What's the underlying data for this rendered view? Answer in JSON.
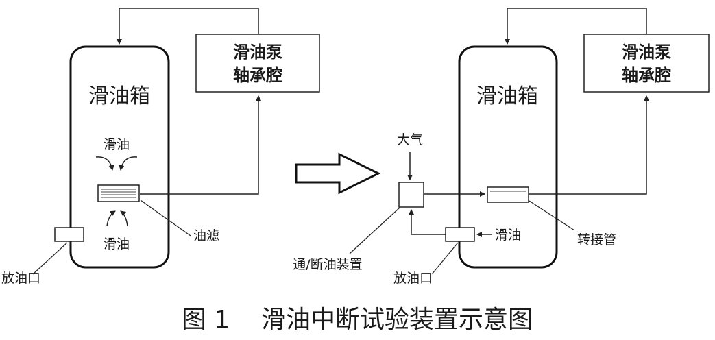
{
  "left": {
    "tank_label": "滑油箱",
    "pump_line1": "滑油泵",
    "pump_line2": "轴承腔",
    "oil_top": "滑油",
    "oil_bottom": "滑油",
    "filter_label": "油滤",
    "drain_label": "放油口"
  },
  "right": {
    "tank_label": "滑油箱",
    "pump_line1": "滑油泵",
    "pump_line2": "轴承腔",
    "atmosphere_label": "大气",
    "valve_label": "通/断油装置",
    "oil_label": "滑油",
    "drain_label": "放油口",
    "adapter_label": "转接管"
  },
  "caption": "图 1    滑油中断试验装置示意图"
}
